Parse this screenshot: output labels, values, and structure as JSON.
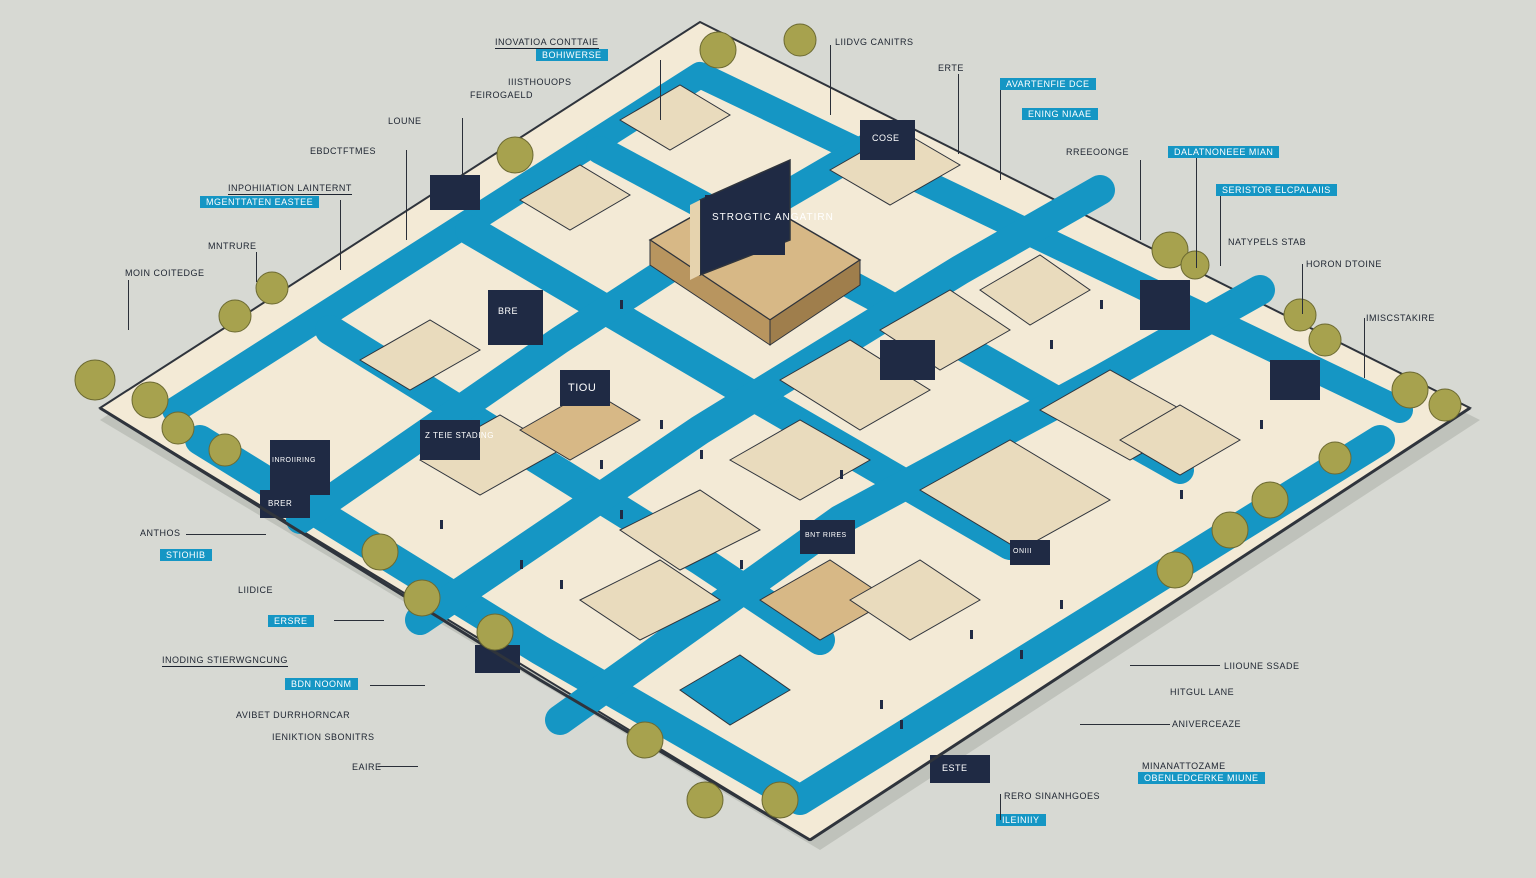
{
  "colors": {
    "background": "#d7d9d3",
    "aisle": "#1596c4",
    "floor": "#f3ead6",
    "booth_dark": "#1f2a44",
    "wood": "#d7b886",
    "tree": "#a7a24e",
    "fence": "#2f343c",
    "ink": "#1d2430"
  },
  "center_stage": {
    "sign": "STROGTIC ANGATIRN"
  },
  "booth_signs": [
    {
      "id": "tiou",
      "text": "TIOU"
    },
    {
      "id": "stading",
      "text": "Z TEIE STADING"
    },
    {
      "id": "bre",
      "text": "BRE"
    },
    {
      "id": "introdind",
      "text": "INROIIRING"
    },
    {
      "id": "bnt-rires",
      "text": "BNT RIRES"
    },
    {
      "id": "cose",
      "text": "COSE"
    },
    {
      "id": "onin",
      "text": "ONIII"
    },
    {
      "id": "gate-sign",
      "text": "ESTE"
    },
    {
      "id": "left-gate-sign",
      "text": "BRER"
    }
  ],
  "labels": {
    "top": [
      {
        "text": "INOVATIOA CONTTAIE",
        "style": "ul"
      },
      {
        "text": "BOHIWERSE",
        "style": "hl"
      },
      {
        "text": "LIIDVG CANITRS",
        "style": "plain"
      },
      {
        "text": "ERTE",
        "style": "plain"
      },
      {
        "text": "IIISTHOUOPS",
        "style": "plain"
      },
      {
        "text": "FEIROGAELD",
        "style": "plain"
      },
      {
        "text": "AVARTENFIE DCE",
        "style": "hl"
      },
      {
        "text": "ENING NIAAE",
        "style": "hl"
      }
    ],
    "left": [
      {
        "text": "LOUNE",
        "style": "plain"
      },
      {
        "text": "EBDCTFTMES",
        "style": "plain"
      },
      {
        "text": "INPOHIIATION LAINTERNT",
        "style": "ul"
      },
      {
        "text": "MGENTTATEN EASTEE",
        "style": "hl"
      },
      {
        "text": "MNTRURE",
        "style": "plain"
      },
      {
        "text": "MOIN COITEDGE",
        "style": "plain"
      },
      {
        "text": "ANTHOS",
        "style": "plain"
      },
      {
        "text": "STIOHIB",
        "style": "hl"
      },
      {
        "text": "LIIDICE",
        "style": "plain"
      },
      {
        "text": "ERSRE",
        "style": "hl"
      },
      {
        "text": "INODING STIERWGNCUNG",
        "style": "plain"
      },
      {
        "text": "BDN NOONM",
        "style": "hl"
      },
      {
        "text": "AVIBET DURRHORNCAR",
        "style": "plain"
      },
      {
        "text": "IENIKTION SBONITRS",
        "style": "plain"
      },
      {
        "text": "EAIRE",
        "style": "plain"
      }
    ],
    "right": [
      {
        "text": "RREEOONGE",
        "style": "plain"
      },
      {
        "text": "DALATNONEEE MIAN",
        "style": "hl"
      },
      {
        "text": "SERISTOR ELCPALAIIS",
        "style": "hl"
      },
      {
        "text": "NATYPELS STAB",
        "style": "plain"
      },
      {
        "text": "HORON DTOINE",
        "style": "plain"
      },
      {
        "text": "IMISCSTAKIRE",
        "style": "plain"
      },
      {
        "text": "LIIOUNE SSADE",
        "style": "plain"
      },
      {
        "text": "HITGUL LANE",
        "style": "plain"
      },
      {
        "text": "ANIVERCEAZE",
        "style": "plain"
      },
      {
        "text": "MINANATTOZAME",
        "style": "plain"
      },
      {
        "text": "OBENLEDCERKE MIUNE",
        "style": "hl"
      },
      {
        "text": "RERO SINANHGOES",
        "style": "plain"
      },
      {
        "text": "ILEINIIY",
        "style": "hl"
      }
    ]
  },
  "icons": {
    "trees": "tree-icon",
    "people": "person-icon",
    "fence": "fence-icon"
  }
}
